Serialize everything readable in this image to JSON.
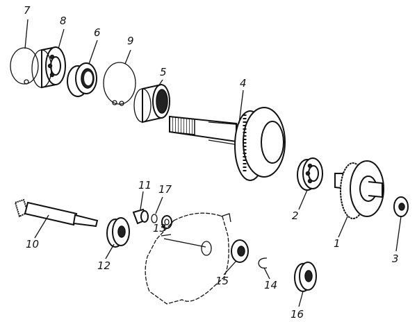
{
  "diagram": {
    "type": "exploded-parts-view",
    "callouts": [
      {
        "id": "7",
        "label": "7"
      },
      {
        "id": "8",
        "label": "8"
      },
      {
        "id": "6",
        "label": "6"
      },
      {
        "id": "9",
        "label": "9"
      },
      {
        "id": "5",
        "label": "5"
      },
      {
        "id": "4",
        "label": "4"
      },
      {
        "id": "2",
        "label": "2"
      },
      {
        "id": "1",
        "label": "1"
      },
      {
        "id": "3",
        "label": "3"
      },
      {
        "id": "11",
        "label": "11"
      },
      {
        "id": "17",
        "label": "17"
      },
      {
        "id": "10",
        "label": "10"
      },
      {
        "id": "13",
        "label": "13"
      },
      {
        "id": "12",
        "label": "12"
      },
      {
        "id": "15",
        "label": "15"
      },
      {
        "id": "14",
        "label": "14"
      },
      {
        "id": "16",
        "label": "16"
      }
    ]
  }
}
